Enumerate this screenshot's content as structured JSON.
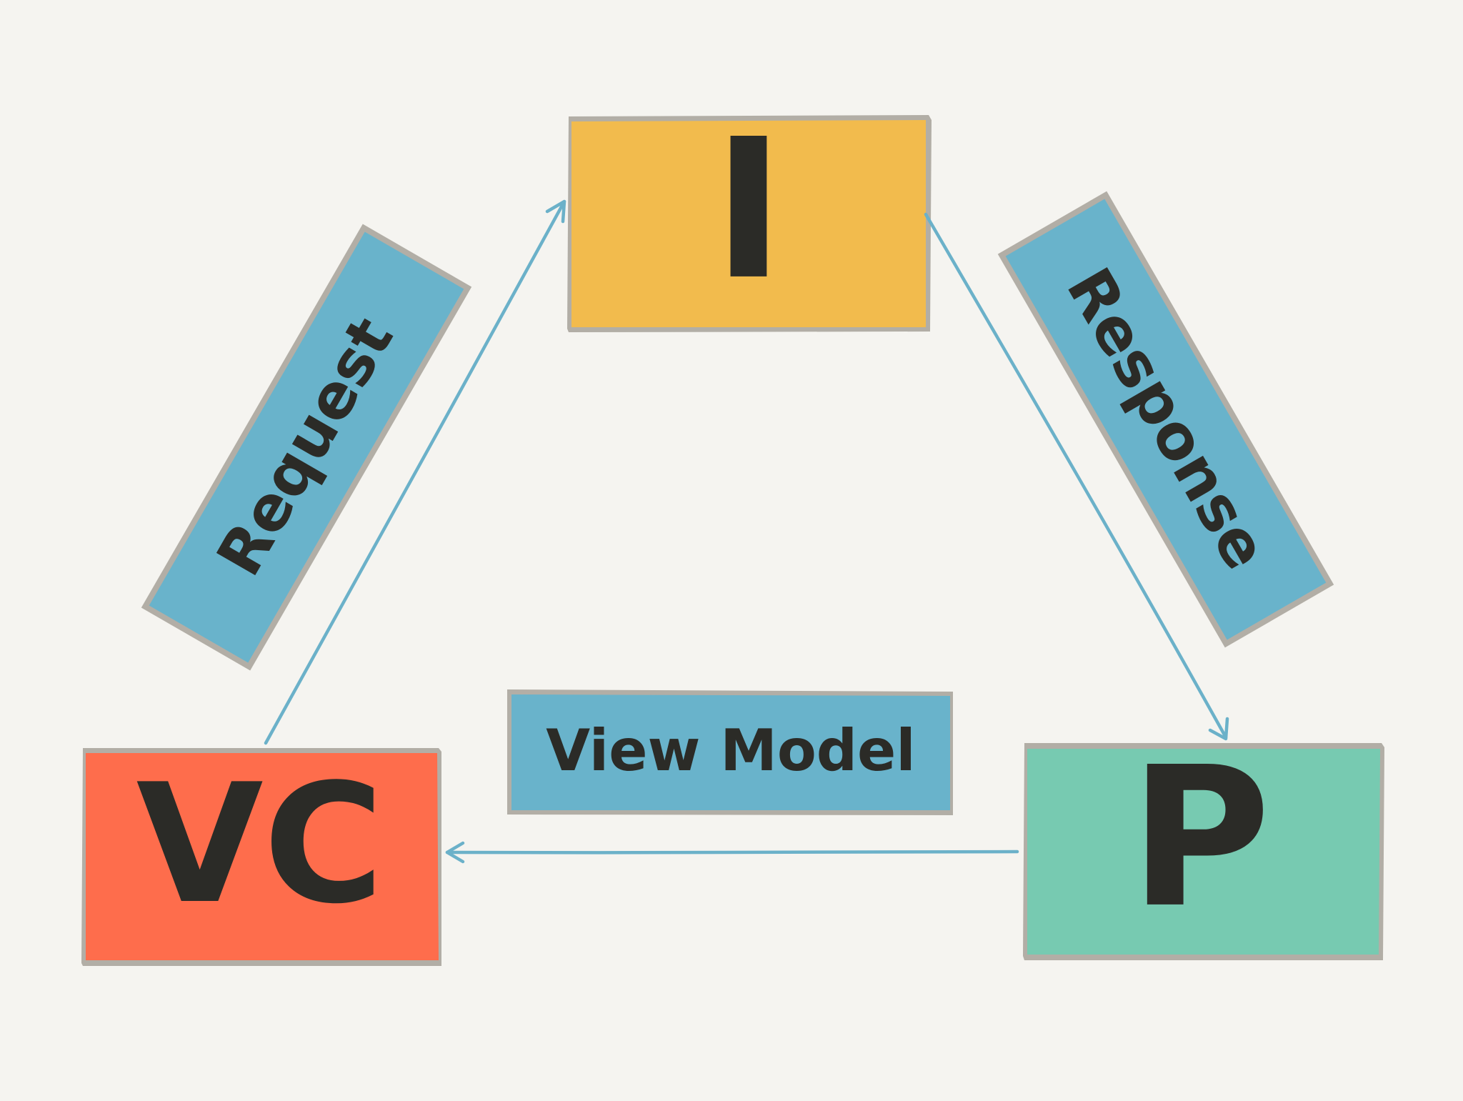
{
  "colors": {
    "background": "#f5f4f0",
    "interactor": "#f2bb4d",
    "view_controller": "#fe6d4c",
    "presenter": "#77cab1",
    "label_box": "#69b3cb",
    "arrow": "#6bb1c9",
    "text": "#2b2b27"
  },
  "nodes": {
    "interactor": {
      "label": "I"
    },
    "view_controller": {
      "label": "VC"
    },
    "presenter": {
      "label": "P"
    }
  },
  "edges": {
    "request": {
      "label": "Request"
    },
    "response": {
      "label": "Response"
    },
    "view_model": {
      "label": "View Model"
    }
  }
}
